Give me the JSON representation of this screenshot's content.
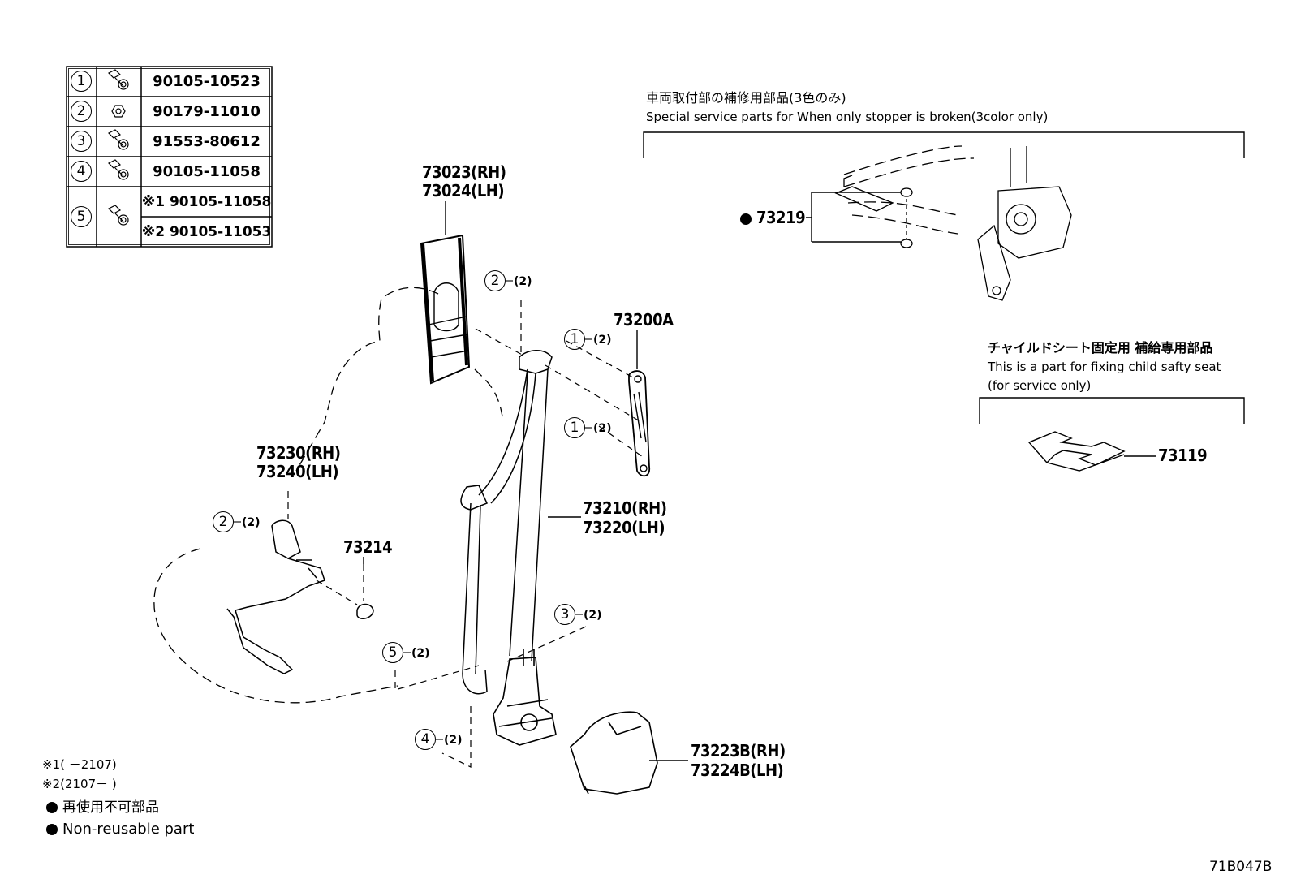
{
  "table": {
    "rows": [
      {
        "num": "1",
        "icon": "bolt-icon",
        "part": "90105-10523"
      },
      {
        "num": "2",
        "icon": "nut-icon",
        "part": "90179-11010"
      },
      {
        "num": "3",
        "icon": "bolt-icon",
        "part": "91553-80612"
      },
      {
        "num": "4",
        "icon": "bolt-icon",
        "part": "90105-11058"
      },
      {
        "num": "5",
        "icon": "bolt-icon",
        "part_a": "※1 90105-11058",
        "part_b": "※2 90105-11053"
      }
    ]
  },
  "callouts": {
    "part_73023": "73023(RH)",
    "part_73024": "73024(LH)",
    "part_73200a": "73200A",
    "part_73230": "73230(RH)",
    "part_73240": "73240(LH)",
    "part_73214": "73214",
    "part_73210": "73210(RH)",
    "part_73220": "73220(LH)",
    "part_73223b": "73223B(RH)",
    "part_73224b": "73224B(LH)",
    "part_73219": "73219",
    "part_73119": "73119",
    "qty": "(2)"
  },
  "markers": {
    "m2_top": "2",
    "m1_a": "1",
    "m1_b": "1",
    "m2_left": "2",
    "m3": "3",
    "m5": "5",
    "m4": "4"
  },
  "special_service": {
    "title_jp": "車両取付部の補修用部品(3色のみ)",
    "title_en": "Special service parts for When only stopper is broken(3color only)"
  },
  "child_seat": {
    "title_jp": "チャイルドシート固定用 補給専用部品",
    "line1": "This is a part for fixing child safty seat",
    "line2": "(for service only)"
  },
  "notes": {
    "note1": "※1(     －2107)",
    "note2": "※2(2107－     )",
    "legend_jp": "再使用不可部品",
    "legend_en": "Non-reusable part"
  },
  "figure_id": "71B047B"
}
